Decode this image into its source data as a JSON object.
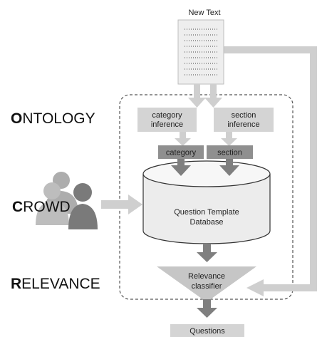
{
  "document": {
    "title": "New Text"
  },
  "left_labels": {
    "ontology": {
      "initial": "O",
      "rest": "NTOLOGY"
    },
    "crowd": {
      "initial": "C",
      "rest": "ROWD"
    },
    "relevance": {
      "initial": "R",
      "rest": "ELEVANCE"
    }
  },
  "inference": {
    "category": {
      "line1": "category",
      "line2": "inference"
    },
    "section": {
      "line1": "section",
      "line2": "inference"
    }
  },
  "tags": {
    "category": "category",
    "section": "section"
  },
  "database": {
    "line1": "Question Template",
    "line2": "Database"
  },
  "classifier": {
    "line1": "Relevance",
    "line2": "classifier"
  },
  "output": {
    "label": "Questions"
  },
  "colors": {
    "light_box": "#d4d4d4",
    "dark_box": "#8f8f8f",
    "arrow_light": "#cfcfcf",
    "arrow_dark": "#7f7f7f",
    "dashed_border": "#555555"
  }
}
